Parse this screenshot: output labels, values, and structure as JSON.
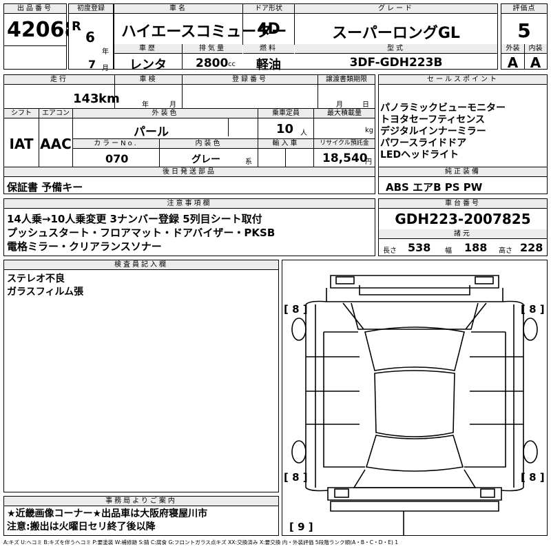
{
  "header": {
    "lot_no_label": "出品番号",
    "lot_no": "42068",
    "first_reg_label": "初度登録",
    "era": "R",
    "year": "6",
    "year_unit": "年",
    "month": "7",
    "month_unit": "月",
    "car_name_label": "車名",
    "car_name": "ハイエースコミューター",
    "history_label": "車歴",
    "history": "レンタ",
    "displacement_label": "排気量",
    "displacement": "2800",
    "displacement_unit": "cc",
    "door_label": "ドア形状",
    "door": "4D",
    "fuel_label": "燃料",
    "fuel": "軽油",
    "grade_label": "グレード",
    "grade": "スーパーロングGL",
    "model_label": "型式",
    "model": "3DF-GDH223B",
    "score_label": "評価点",
    "score": "5",
    "ext_label": "外装",
    "ext": "A",
    "int_label": "内装",
    "int": "A"
  },
  "row2": {
    "mileage_label": "走行",
    "mileage": "143",
    "mileage_unit": "km",
    "inspection_label": "車検",
    "inspection_year_unit": "年",
    "inspection_month_unit": "月",
    "reg_no_label": "登録番号",
    "transfer_label": "譲渡書類期限",
    "transfer_month_unit": "月",
    "transfer_day_unit": "日",
    "shift_label": "シフト",
    "shift": "IAT",
    "ac_label": "エアコン",
    "ac": "AAC",
    "color_label": "外装色",
    "color": "パール",
    "capacity_label": "乗車定員",
    "capacity": "10",
    "capacity_unit": "人",
    "max_load_label": "最大積載量",
    "max_load_unit": "kg",
    "color_no_label": "カラーNo.",
    "color_no": "070",
    "interior_color_label": "内装色",
    "interior_color": "グレー",
    "interior_color_unit": "系",
    "import_label": "輸入車",
    "recycle_label": "リサイクル預託金",
    "recycle": "18,540",
    "recycle_unit": "円",
    "later_parts_label": "後日発送部品",
    "later_parts": "保証書 予備キー"
  },
  "sales": {
    "label": "セールスポイント",
    "items": [
      "パノラミックビューモニター",
      "トヨタセーフティセンス",
      "デジタルインナーミラー",
      "パワースライドドア",
      "LEDヘッドライト"
    ],
    "genuine_label": "純正装備",
    "genuine": "ABS エアB PS PW"
  },
  "notes": {
    "label": "注意事項欄",
    "lines": [
      "14人乗→10人乗変更 3ナンバー登録 5列目シート取付",
      "プッシュスタート・フロアマット・ドアバイザー・PKSB",
      "電格ミラー・クリアランスソナー"
    ]
  },
  "chassis": {
    "label": "車台番号",
    "value": "GDH223-2007825",
    "dims_label": "諸元",
    "length_label": "長さ",
    "length": "538",
    "width_label": "幅",
    "width": "188",
    "height_label": "高さ",
    "height": "228"
  },
  "inspector": {
    "label": "検査員記入欄",
    "lines": [
      "ステレオ不良",
      "ガラスフィルム張"
    ]
  },
  "office": {
    "label": "事務局よりご案内",
    "lines": [
      "★近畿画像コーナー★出品車は大阪府寝屋川市",
      "注意:搬出は火曜日セリ終了後以降"
    ]
  },
  "tires": {
    "front_left": "8",
    "front_right": "8",
    "rear_left": "8",
    "rear_right": "8",
    "spare": "9"
  },
  "legend": "A:キズ U:ヘコミ B:キズを伴うヘコミ P:要塗装 W:補修跡 S:錆 C:腐食 G:フロントガラス点キズ XX:交換済み X:要交換 内・外装評価 5段階ランク順(A・B・C・D・E) 1"
}
